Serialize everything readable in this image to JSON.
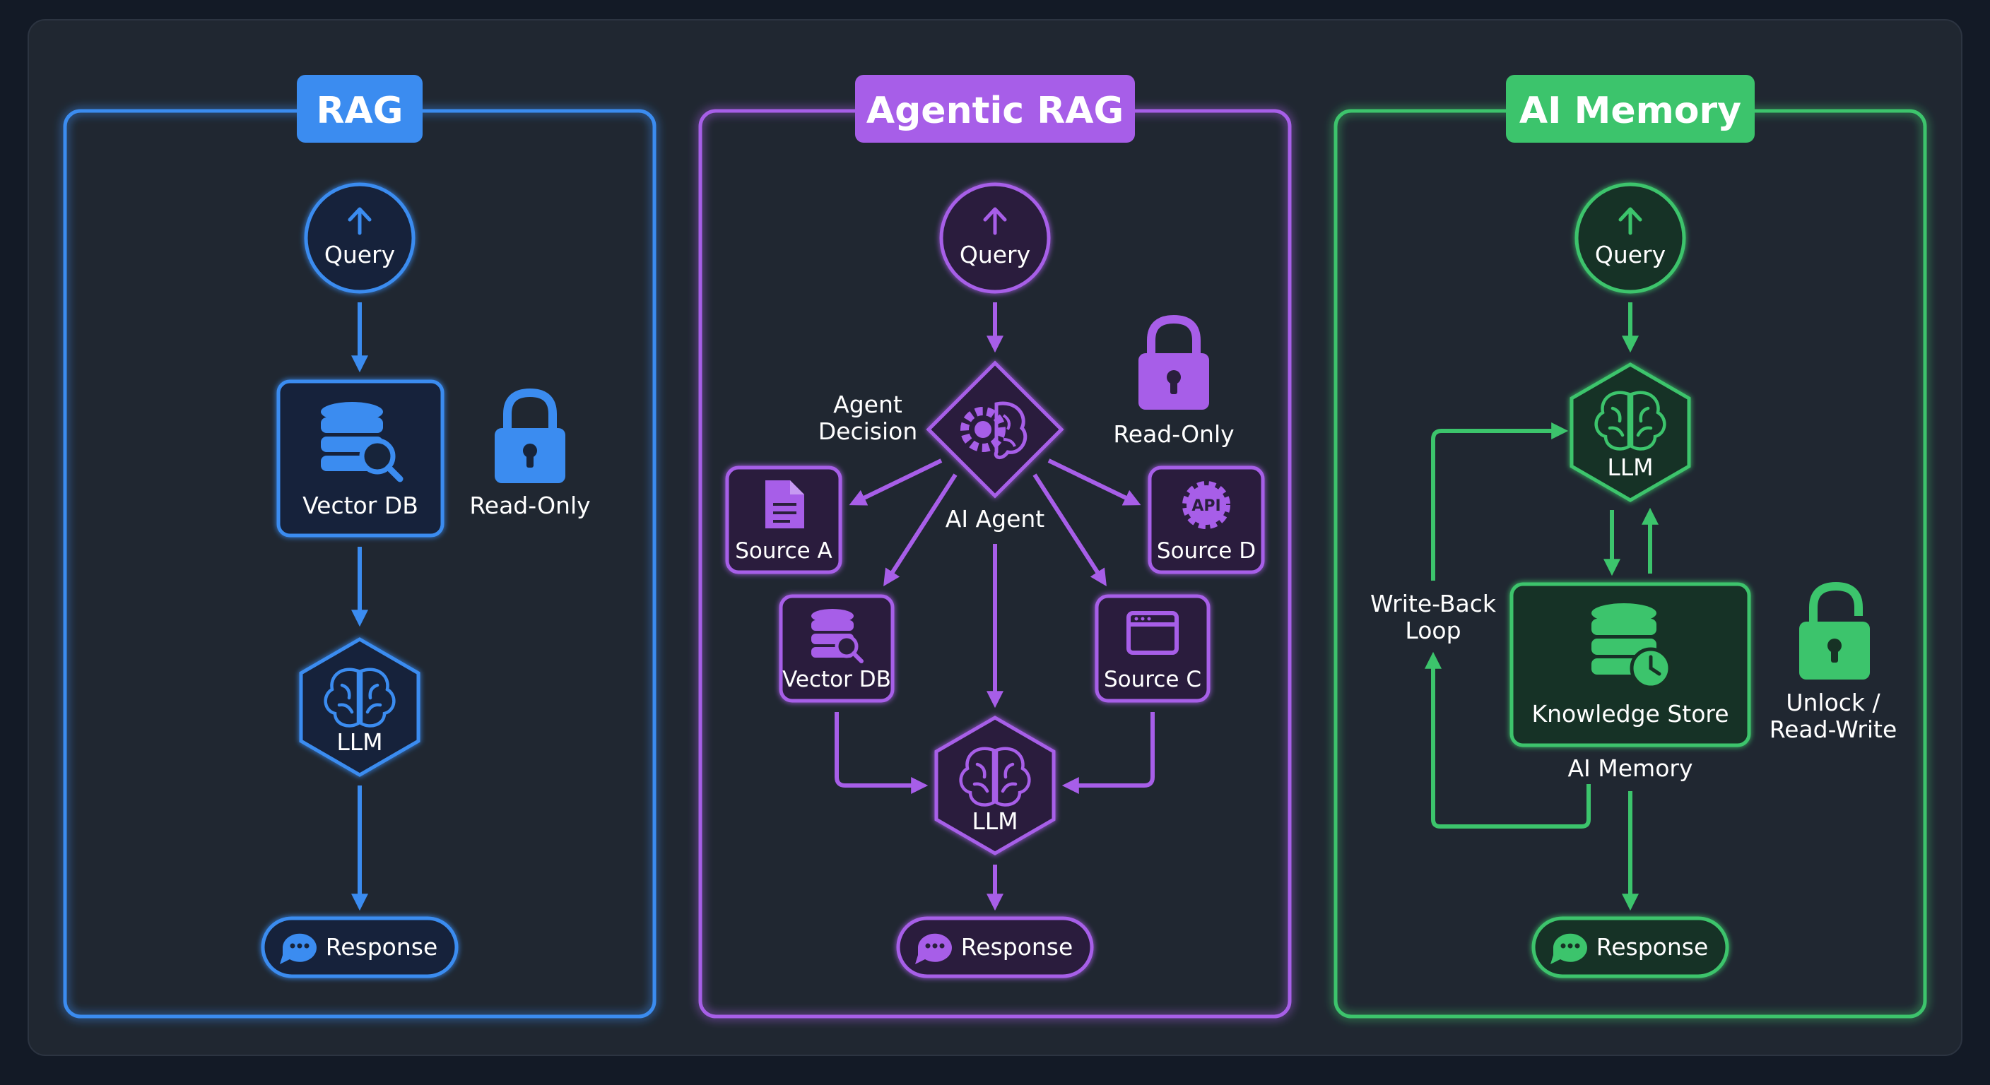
{
  "colors": {
    "background": "#131a26",
    "card": "#202731",
    "rag": "#3b8cf0",
    "agentic": "#a75ee8",
    "memory": "#3cc46c",
    "text": "#ffffff"
  },
  "rag": {
    "title": "RAG",
    "query": "Query",
    "vector_db": "Vector DB",
    "lock_label": "Read-Only",
    "llm": "LLM",
    "response": "Response"
  },
  "agentic": {
    "title": "Agentic RAG",
    "query": "Query",
    "agent_decision_1": "Agent",
    "agent_decision_2": "Decision",
    "agent": "AI Agent",
    "lock_label": "Read-Only",
    "source_a": "Source A",
    "source_d": "Source D",
    "source_d_badge": "API",
    "vector_db": "Vector DB",
    "source_c": "Source C",
    "llm": "LLM",
    "response": "Response"
  },
  "memory": {
    "title": "AI Memory",
    "query": "Query",
    "llm": "LLM",
    "loop_1": "Write-Back",
    "loop_2": "Loop",
    "store": "Knowledge Store",
    "store_caption": "AI Memory",
    "lock_1": "Unlock /",
    "lock_2": "Read-Write",
    "response": "Response"
  }
}
